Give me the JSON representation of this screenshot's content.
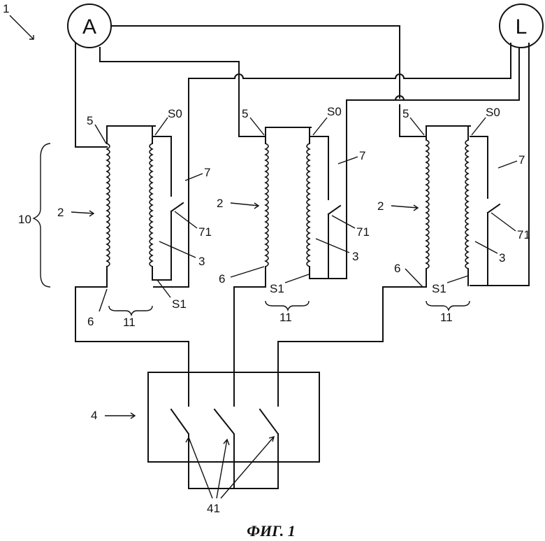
{
  "figure": {
    "caption": "ФИГ. 1",
    "meters": {
      "ammeter": "A",
      "load": "L"
    },
    "labels": {
      "device": "1",
      "primary_winding": "2",
      "secondary_winding": "3",
      "switch_unit": "4",
      "start_terminal": "5",
      "end_terminal": "6",
      "secondary_switch": "7",
      "group": "10",
      "core": "11",
      "secondary_contact": "71",
      "secondary_start": "S0",
      "secondary_end": "S1",
      "unit_switches": "41"
    }
  }
}
